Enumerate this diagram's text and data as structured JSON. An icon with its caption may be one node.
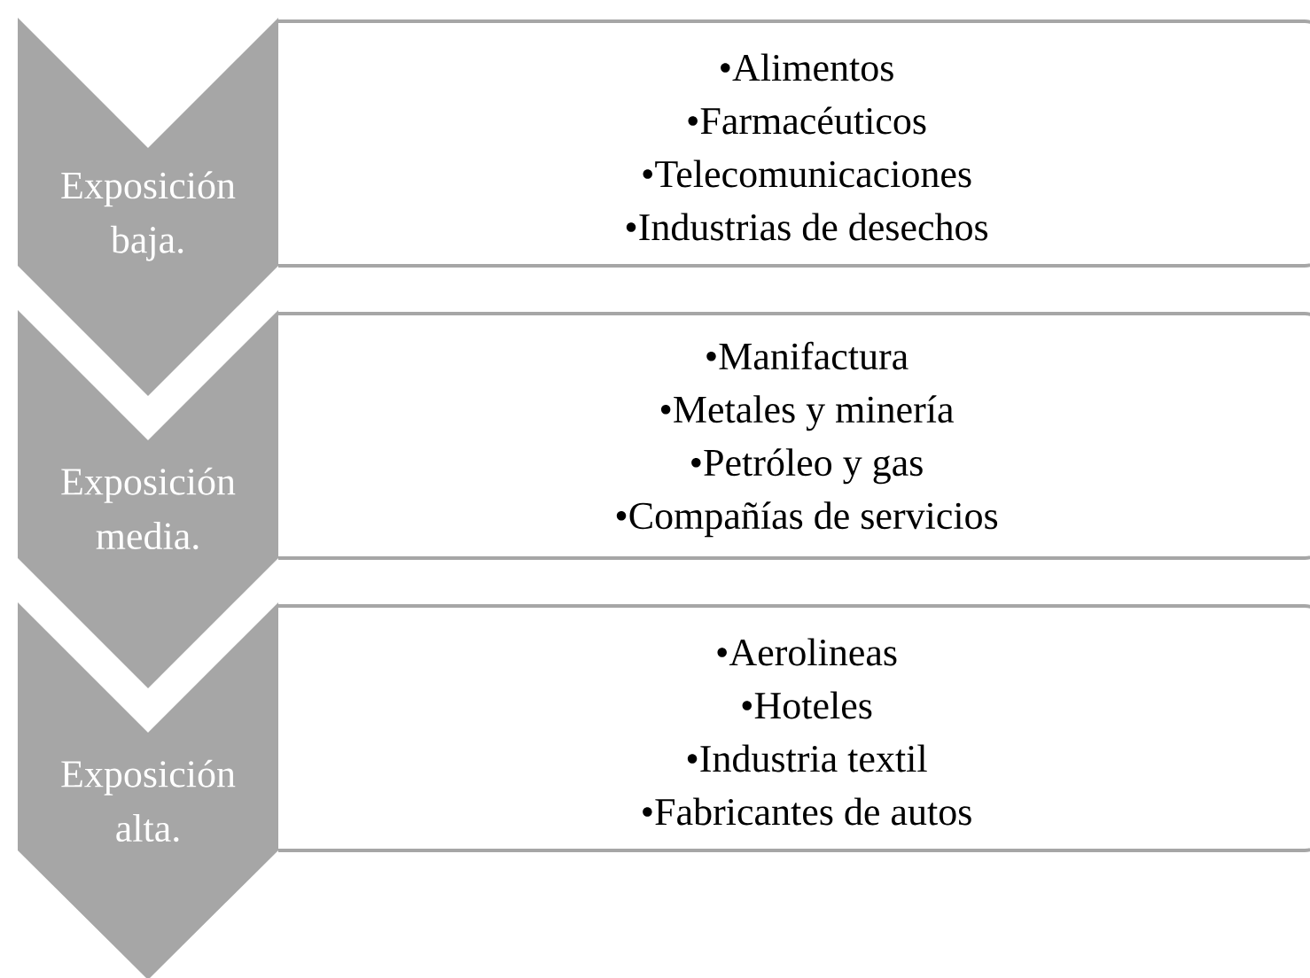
{
  "diagram": {
    "nodes": [
      {
        "text": [
          "Exposición baja."
        ]
      },
      {
        "text": [
          "•Alimentos",
          "•Farmacéuticos",
          "•Telecomunicaciones",
          "•Industrias de desechos"
        ]
      },
      {
        "text": [
          "Exposición media."
        ]
      },
      {
        "text": [
          "•Manifactura",
          "•Metales y minería",
          "•Petróleo y gas",
          "•Compañías de servicios"
        ]
      },
      {
        "text": [
          "Exposición alta."
        ]
      },
      {
        "text": [
          "•Aerolineas",
          "•Hoteles",
          "•Industria textil",
          "•Fabricantes de autos"
        ]
      }
    ]
  }
}
